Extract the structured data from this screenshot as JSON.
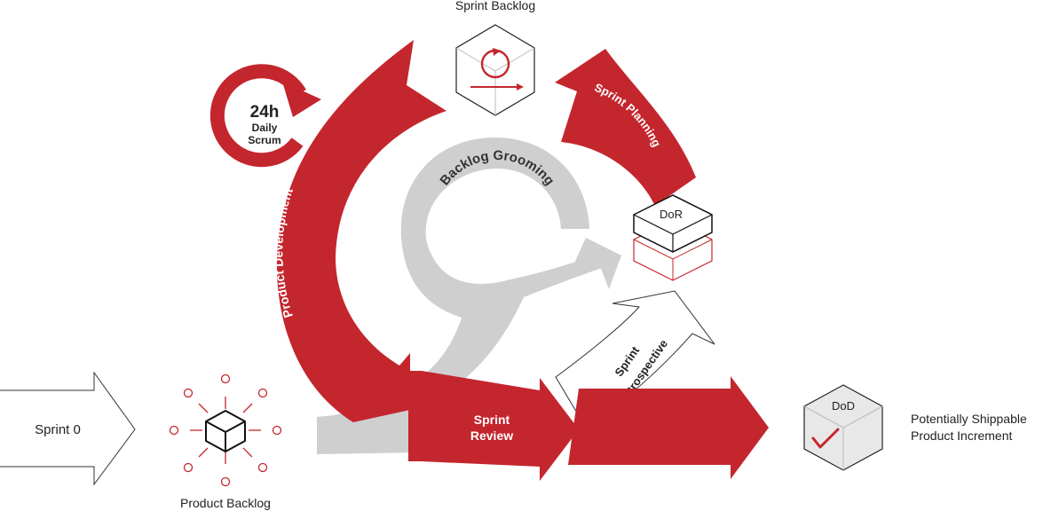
{
  "colors": {
    "accent": "#c4262e",
    "grey": "#cfcfcf",
    "outline": "#222222",
    "white": "#ffffff"
  },
  "labels": {
    "sprint_backlog": "Sprint Backlog",
    "sprint_0": "Sprint 0",
    "product_backlog": "Product Backlog",
    "daily_scrum_time": "24h",
    "daily_scrum_line1": "Daily",
    "daily_scrum_line2": "Scrum",
    "product_development": "Product Development",
    "backlog_grooming": "Backlog Grooming",
    "sprint_planning": "Sprint Planning",
    "dor": "DoR",
    "sprint_review_line1": "Sprint",
    "sprint_review_line2": "Review",
    "sprint_retro_line1": "Sprint",
    "sprint_retro_line2": "Retrospective",
    "dod": "DoD",
    "increment_line1": "Potentially Shippable",
    "increment_line2": "Product Increment"
  },
  "icons": {
    "sprint_backlog": "cycle-cube-icon",
    "product_backlog": "network-cube-icon",
    "dor": "stacked-box-icon",
    "dod": "checkmark-cube-icon"
  }
}
